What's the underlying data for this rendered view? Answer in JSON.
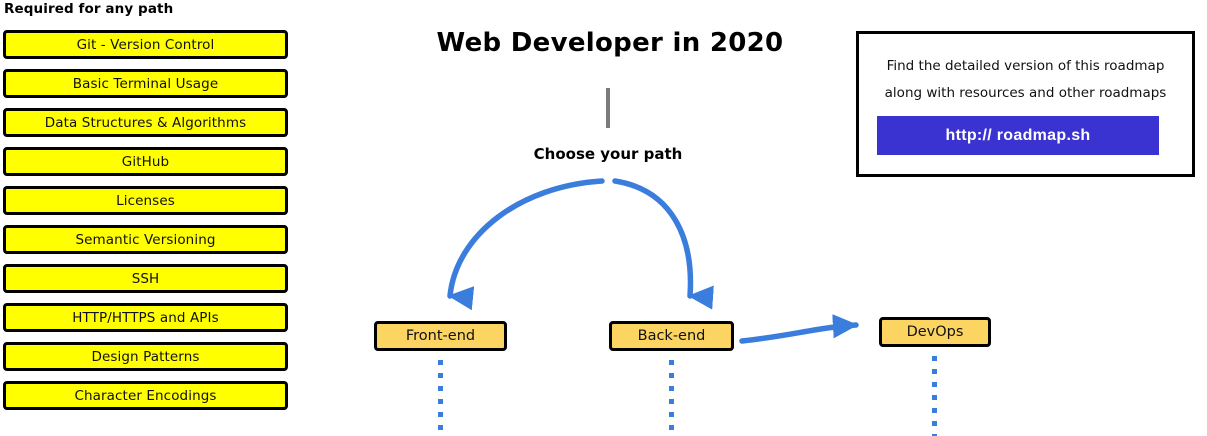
{
  "sidebar": {
    "heading": "Required for any path",
    "items": [
      {
        "label": "Git - Version Control"
      },
      {
        "label": "Basic Terminal Usage"
      },
      {
        "label": "Data Structures & Algorithms"
      },
      {
        "label": "GitHub"
      },
      {
        "label": "Licenses"
      },
      {
        "label": "Semantic Versioning"
      },
      {
        "label": "SSH"
      },
      {
        "label": "HTTP/HTTPS and APIs"
      },
      {
        "label": "Design Patterns"
      },
      {
        "label": "Character Encodings"
      }
    ]
  },
  "main": {
    "title": "Web Developer in 2020",
    "choose_path_label": "Choose your path",
    "nodes": [
      {
        "label": "Front-end"
      },
      {
        "label": "Back-end"
      },
      {
        "label": "DevOps"
      }
    ]
  },
  "info_card": {
    "line1": "Find the detailed version of this roadmap",
    "line2": "along with resources and other roadmaps",
    "button_label": "http:// roadmap.sh"
  },
  "colors": {
    "skill_fill": "#ffff00",
    "node_fill": "#fcd462",
    "arrow_blue": "#3b7ddd",
    "button_blue": "#3b32d2",
    "outline": "#000000",
    "stem_gray": "#7a7a7a"
  }
}
